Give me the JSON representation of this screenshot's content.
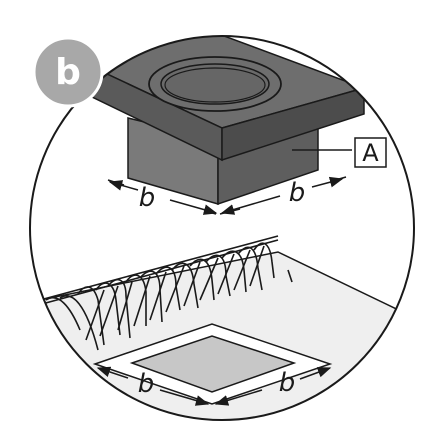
{
  "badge": {
    "label": "b",
    "color": "#a8a8a8"
  },
  "callout": {
    "label": "A"
  },
  "dimensions": {
    "top_left": "b",
    "top_right": "b",
    "bottom_left": "b",
    "bottom_right": "b"
  },
  "colors": {
    "plate_top": "#6e6e6e",
    "plate_front": "#5a5a5a",
    "plate_side": "#4c4c4c",
    "box_front": "#7a7a7a",
    "box_side": "#5e5e5e",
    "ground": "#efefef",
    "opening": "#c7c7c7",
    "rebar": "#1a1a1a"
  }
}
